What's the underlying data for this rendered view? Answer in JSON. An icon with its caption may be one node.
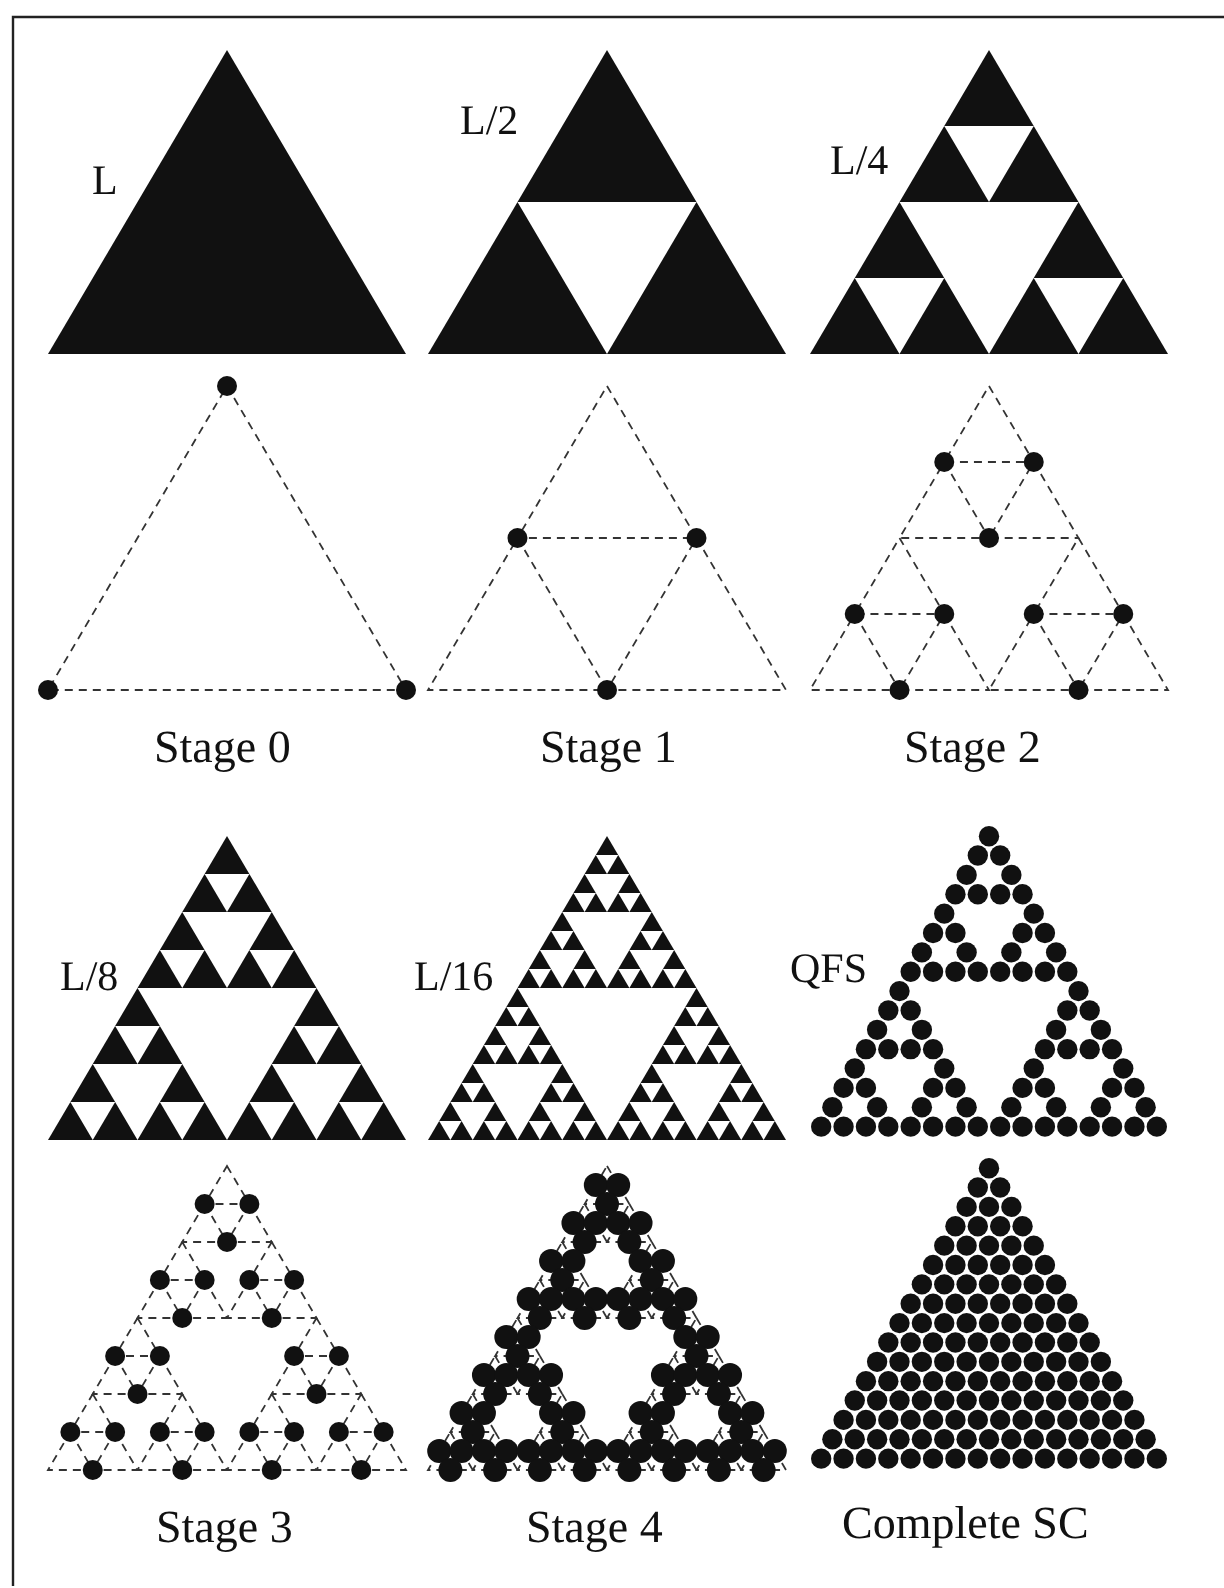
{
  "diagram": {
    "labels": [
      "L",
      "L/2",
      "L/4",
      "Stage 0",
      "Stage 1",
      "Stage 2",
      "L/8",
      "L/16",
      "QFS",
      "Stage 3",
      "Stage 4",
      "Complete SC"
    ]
  }
}
